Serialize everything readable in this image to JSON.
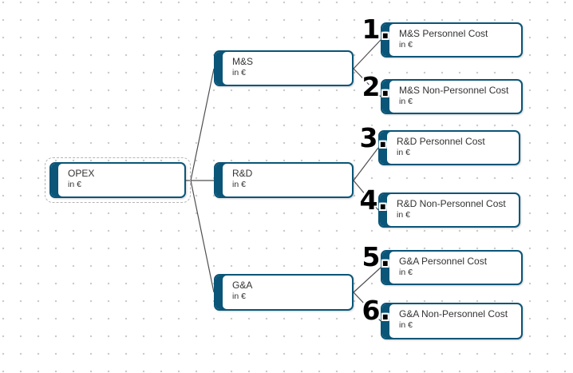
{
  "diagram": {
    "type": "value-driver-tree",
    "selected_node": "OPEX",
    "colors": {
      "node_border": "#0a5578",
      "node_fill": "#ffffff",
      "node_text": "#333333",
      "connector": "#4f4f4f",
      "grid_dot": "#c9c9c9",
      "number_label": "#000000",
      "selection_dash": "#b5b5b5"
    },
    "nodes": {
      "opex": {
        "title": "OPEX",
        "unit": "in €"
      },
      "ms": {
        "title": "M&S",
        "unit": "in €"
      },
      "rd": {
        "title": "R&D",
        "unit": "in €"
      },
      "ga": {
        "title": "G&A",
        "unit": "in €"
      },
      "leaf1": {
        "number": "1.",
        "title": "M&S Personnel Cost",
        "unit": "in €"
      },
      "leaf2": {
        "number": "2.",
        "title": "M&S Non-Personnel Cost",
        "unit": "in €"
      },
      "leaf3": {
        "number": "3.",
        "title": "R&D Personnel Cost",
        "unit": "in €"
      },
      "leaf4": {
        "number": "4.",
        "title": "R&D Non-Personnel Cost",
        "unit": "in €"
      },
      "leaf5": {
        "number": "5.",
        "title": "G&A Personnel Cost",
        "unit": "in €"
      },
      "leaf6": {
        "number": "6.",
        "title": "G&A Non-Personnel Cost",
        "unit": "in €"
      }
    },
    "edges": [
      {
        "from": "OPEX",
        "to": "M&S"
      },
      {
        "from": "OPEX",
        "to": "R&D"
      },
      {
        "from": "OPEX",
        "to": "G&A"
      },
      {
        "from": "M&S",
        "to": "M&S Personnel Cost"
      },
      {
        "from": "M&S",
        "to": "M&S Non-Personnel Cost"
      },
      {
        "from": "R&D",
        "to": "R&D Personnel Cost"
      },
      {
        "from": "R&D",
        "to": "R&D Non-Personnel Cost"
      },
      {
        "from": "G&A",
        "to": "G&A Personnel Cost"
      },
      {
        "from": "G&A",
        "to": "G&A Non-Personnel Cost"
      }
    ]
  }
}
